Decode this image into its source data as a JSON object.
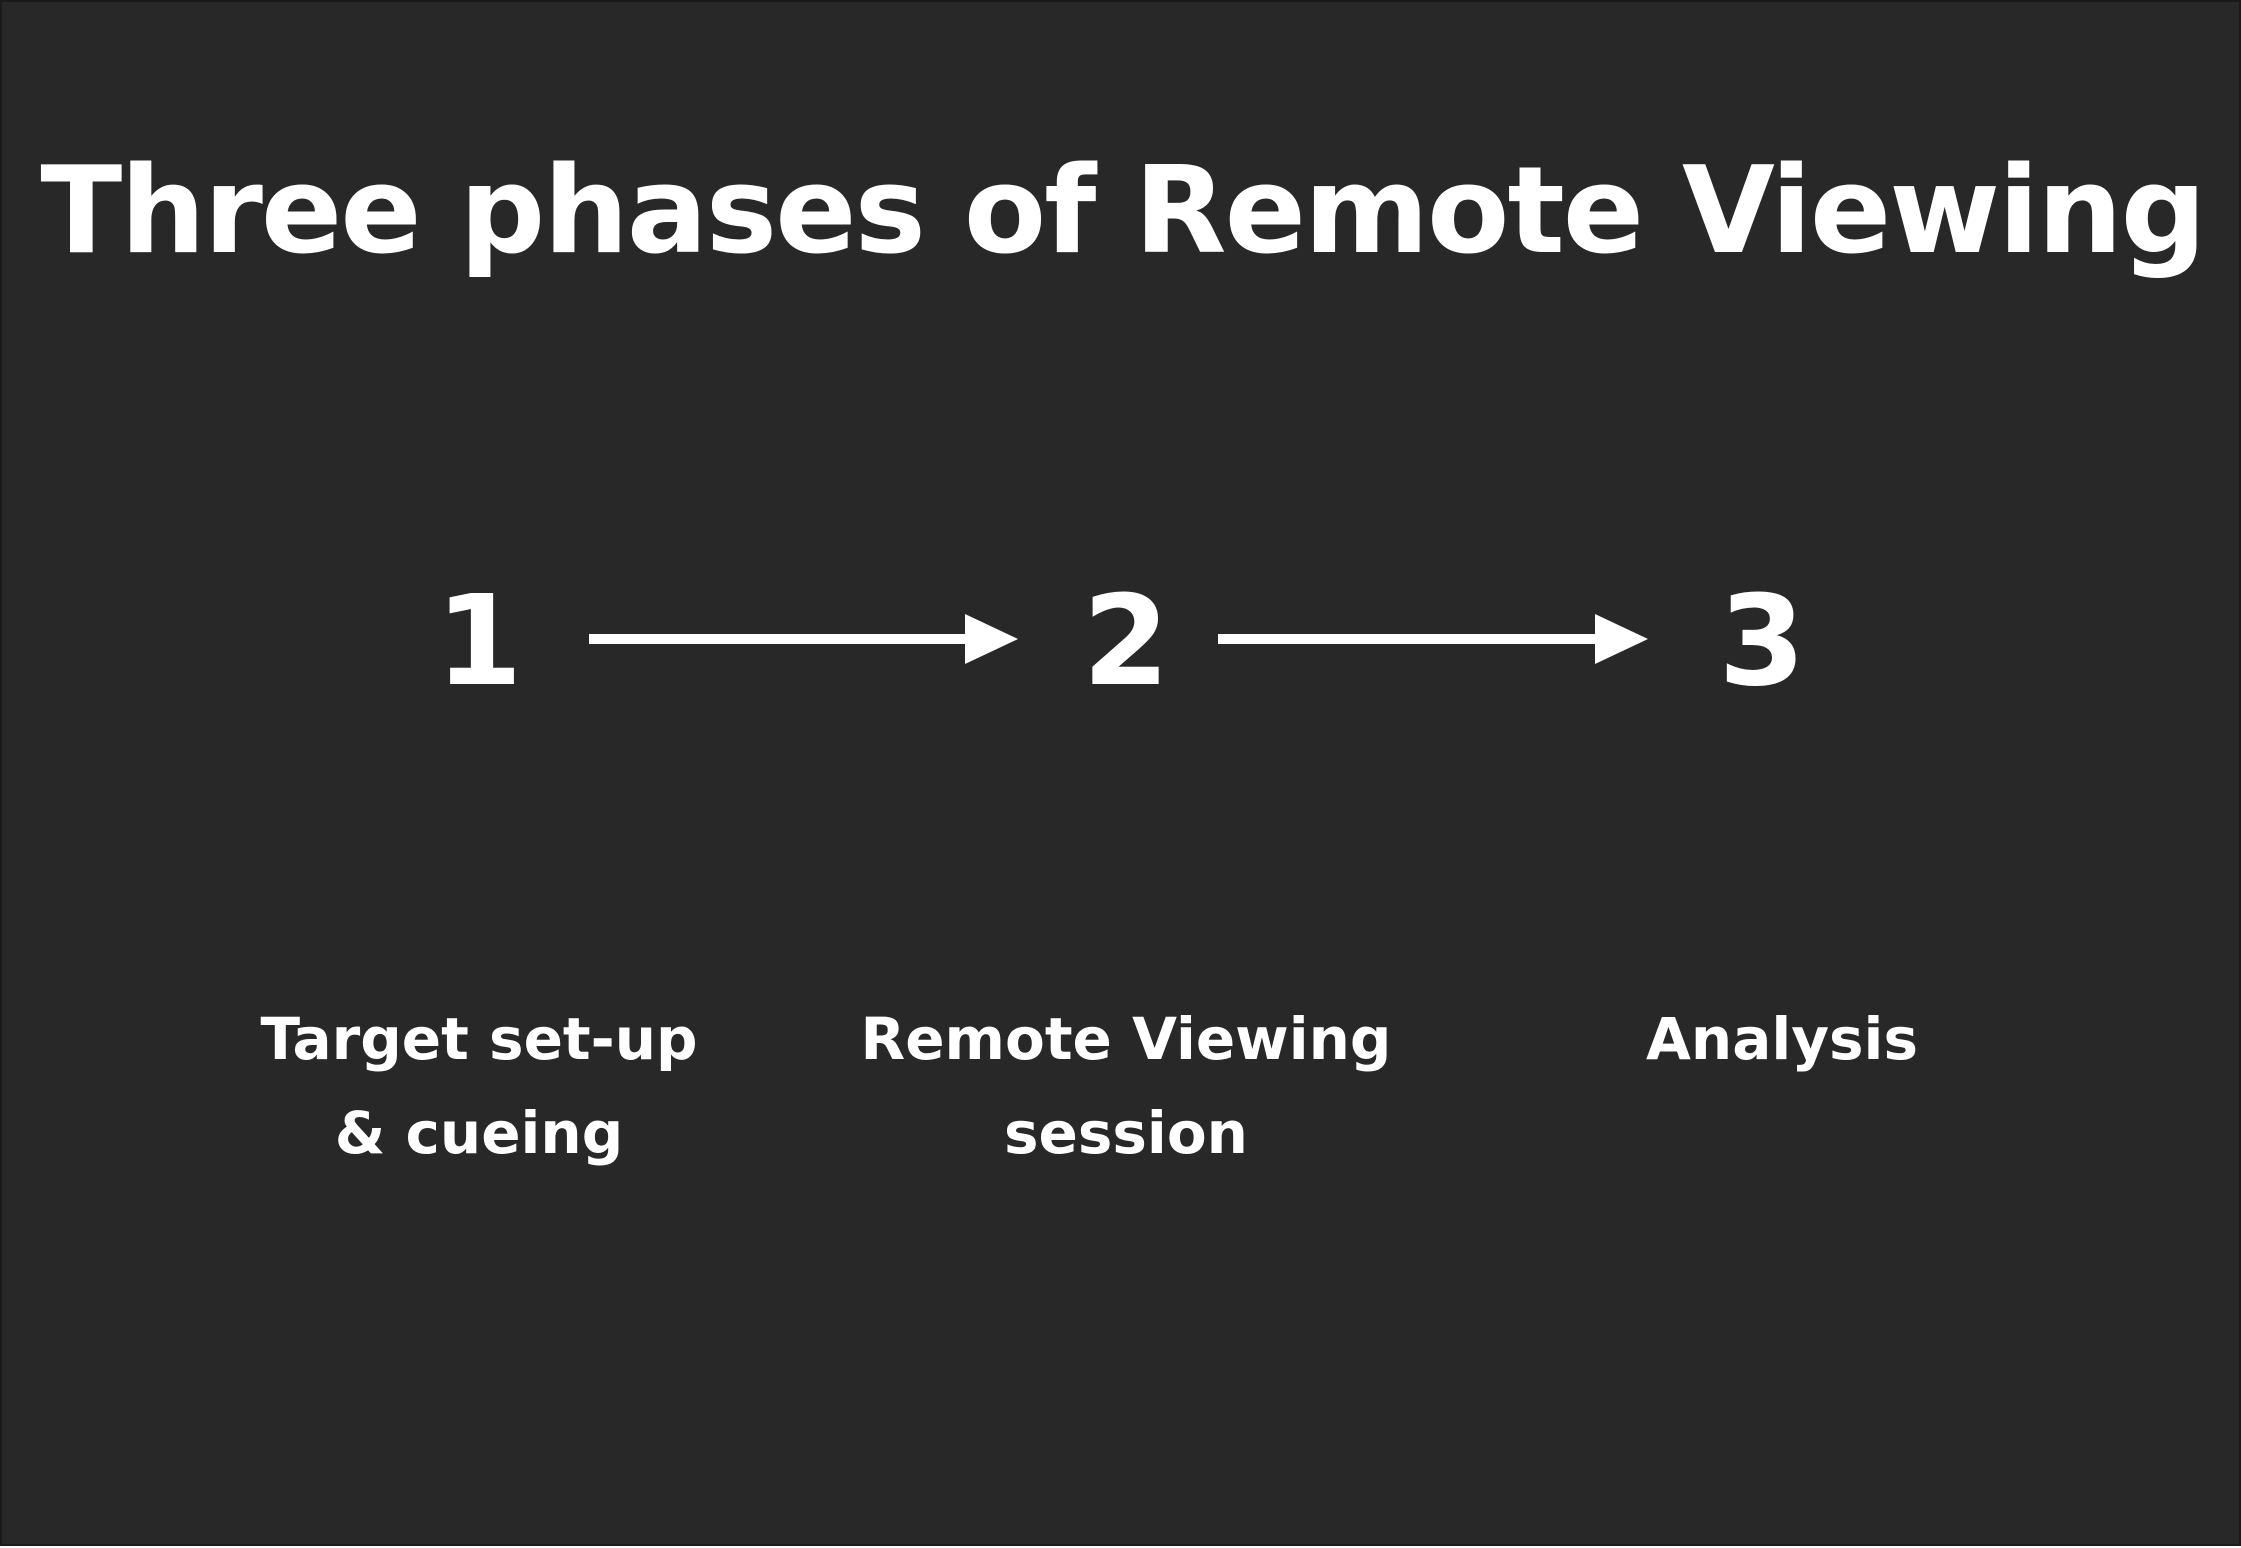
{
  "title": "Three phases of Remote Viewing",
  "phases": [
    {
      "number": "1",
      "label": "Target set-up\n& cueing"
    },
    {
      "number": "2",
      "label": "Remote Viewing\nsession"
    },
    {
      "number": "3",
      "label": "Analysis"
    }
  ],
  "colors": {
    "background": "#282828",
    "foreground": "#ffffff"
  }
}
